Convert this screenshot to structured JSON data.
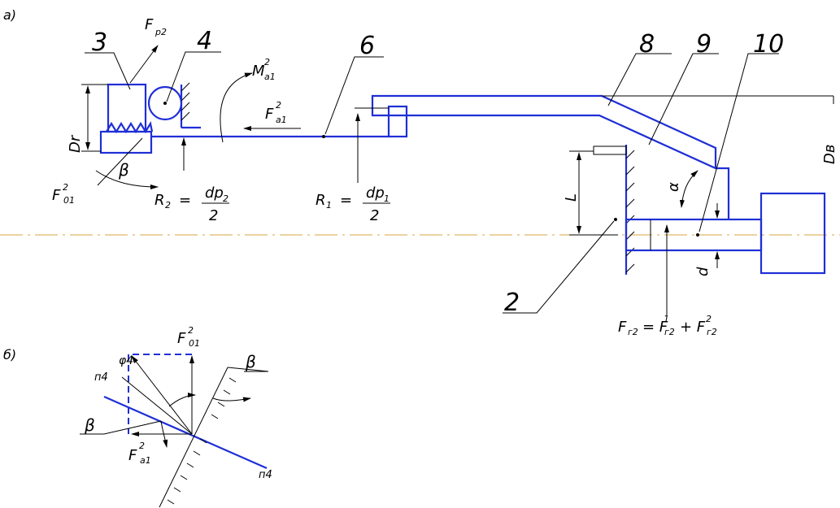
{
  "panels": {
    "a": "а)",
    "b": "б)"
  },
  "labels": {
    "part3": "3",
    "part4": "4",
    "part6": "6",
    "part8": "8",
    "part9": "9",
    "part10": "10",
    "part2": "2",
    "Fp2": "F",
    "Fp2_sub": "р2",
    "M": "M",
    "M_sup": "2",
    "M_sub": "а1",
    "Fa1": "F",
    "Fa1_sup": "2",
    "Fa1_sub": "а1",
    "Dr": "Dr",
    "beta": "β",
    "F01": "F",
    "F01_sup": "2",
    "F01_sub": "01",
    "R2": "R",
    "R2_sub": "2",
    "R2_eq": "=",
    "R2_num": "dp",
    "R2_num_sub": "2",
    "R2_den": "2",
    "R1": "R",
    "R1_sub": "1",
    "R1_eq": "=",
    "R1_num": "dp",
    "R1_num_sub": "1",
    "R1_den": "2",
    "L": "L",
    "alpha": "α",
    "Dv": "Dв",
    "d": "d",
    "Fr2": "F",
    "Fr2_sub": "г2",
    "Fr2_eq": "= F",
    "Fr2_t1_sup": "1",
    "Fr2_t1_sub": "г2",
    "Fr2_plus": "+ F",
    "Fr2_t2_sup": "2",
    "Fr2_t2_sub": "г2",
    "b_F01": "F",
    "b_F01_sup": "2",
    "b_F01_sub": "01",
    "b_phi": "φ4",
    "b_n4_top": "п4",
    "b_n4_bot": "п4",
    "b_beta_right": "β",
    "b_beta_left": "β",
    "b_Fa1": "F",
    "b_Fa1_sup": "2",
    "b_Fa1_sub": "а1"
  },
  "colors": {
    "line": "#1f2fd6",
    "axis": "#d9a441",
    "ink": "#000000"
  }
}
